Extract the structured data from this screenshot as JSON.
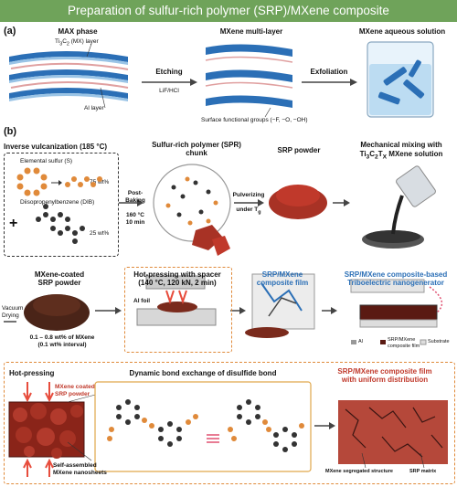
{
  "title": "Preparation of sulfur-rich polymer (SRP)/MXene composite",
  "panel_a": {
    "letter": "(a)",
    "max_phase": "MAX phase",
    "mx_layer_prefix": "Ti",
    "mx_layer_sub1": "3",
    "mx_layer_mid": "C",
    "mx_layer_sub2": "2",
    "mx_layer_suffix": " (MX) layer",
    "al_layer": "Al layer",
    "etching": "Etching",
    "etchant": "LiF/HCl",
    "multilayer": "MXene multi-layer",
    "surface_groups": "Surface functional groups (−F, −O, −OH)",
    "exfoliation": "Exfoliation",
    "aqueous": "MXene aqueous solution"
  },
  "panel_b": {
    "letter": "(b)",
    "inverse_vulc": "Inverse vulcanization (185 °C)",
    "sulfur": "Elemental sulfur (S)",
    "sulfur_pct": "75 wt%",
    "dib": "Diisopropenylbenzene (DIB)",
    "dib_pct": "25 wt%",
    "plus": "+",
    "post_baking": "Post-Baking",
    "post_cond1": "160 °C",
    "post_cond2": "10 min",
    "srp_chunk1": "Sulfur-rich polymer (SPR)",
    "srp_chunk2": "chunk",
    "pulverizing1": "Pulverizing",
    "pulverizing2": "under T",
    "pulverizing_sub": "g",
    "srp_powder": "SRP powder",
    "mixing1": "Mechanical mixing with",
    "mixing2": "Ti",
    "mixing_sub1": "3",
    "mixing_mid": "C",
    "mixing_sub2": "2",
    "mixing_mid2": "T",
    "mixing_sub3": "X",
    "mixing_end": " MXene solution",
    "coated1": "MXene-coated",
    "coated2": "SRP powder",
    "vacuum1": "Vacuum",
    "vacuum2": "Drying",
    "range1": "0.1 – 0.8 wt% of MXene",
    "range2": "(0.1 wt% interval)",
    "hotpress1": "Hot-pressing with spacer",
    "hotpress2": "(140 °C, 120 kN, 2 min)",
    "al_foil": "Al foil",
    "film1": "SRP/MXene",
    "film2": "composite film",
    "teng1": "SRP/MXene composite-based",
    "teng2": "Triboelectric nanogenerator",
    "legend_al": "Al",
    "legend_film1": "SRP/MXene",
    "legend_film2": "composite film",
    "legend_sub": "Substrate"
  },
  "panel_c": {
    "hotpressing": "Hot-pressing",
    "coated1": "MXene coated",
    "coated2": "SRP powder",
    "selfassembled1": "Self-assembled",
    "selfassembled2": "MXene nanosheets",
    "dynamic": "Dynamic bond exchange of disulfide bond",
    "result1": "SRP/MXene composite film",
    "result2": "with uniform distribution",
    "segregated": "MXene segregated structure",
    "matrix": "SRP matrix"
  },
  "colors": {
    "banner": "#6fa35a",
    "mxene_blue": "#2b6fb6",
    "accent_red": "#c0392b",
    "sulfur_orange": "#e08a3a",
    "srp_red": "#a83225"
  }
}
